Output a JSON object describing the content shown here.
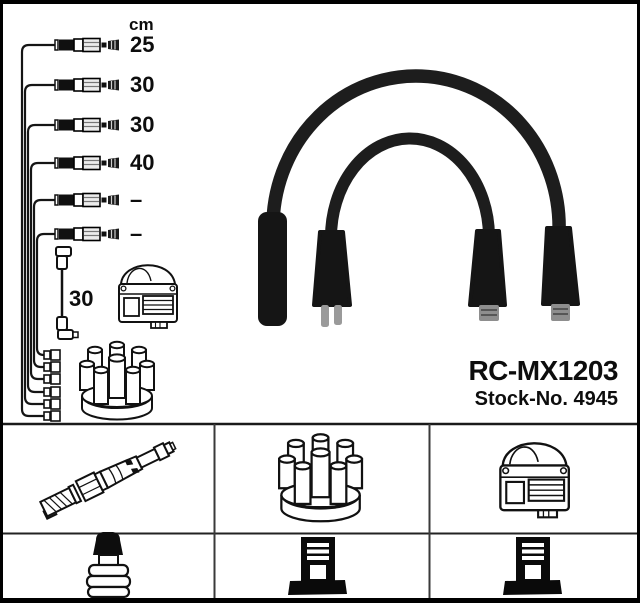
{
  "product": {
    "model": "RC-MX1203",
    "stock_no": "Stock-No. 4945"
  },
  "length_table": {
    "unit": "cm",
    "values": [
      "25",
      "30",
      "30",
      "40",
      "–",
      "–"
    ],
    "coil_wire": "30"
  },
  "legend": {
    "row1": [
      "spark-plug-icon",
      "distributor-cap-icon",
      "ignition-coil-icon"
    ],
    "row2": [
      "spark-plug-boot-icon",
      "coil-tower-connector-icon",
      "coil-tower-connector-icon"
    ]
  },
  "colors": {
    "ink": "#111111",
    "cable_black": "#1d1d1d",
    "boot_black": "#151515",
    "metal_gray": "#8e8e8e",
    "background": "#ffffff",
    "frame": "#000000"
  }
}
